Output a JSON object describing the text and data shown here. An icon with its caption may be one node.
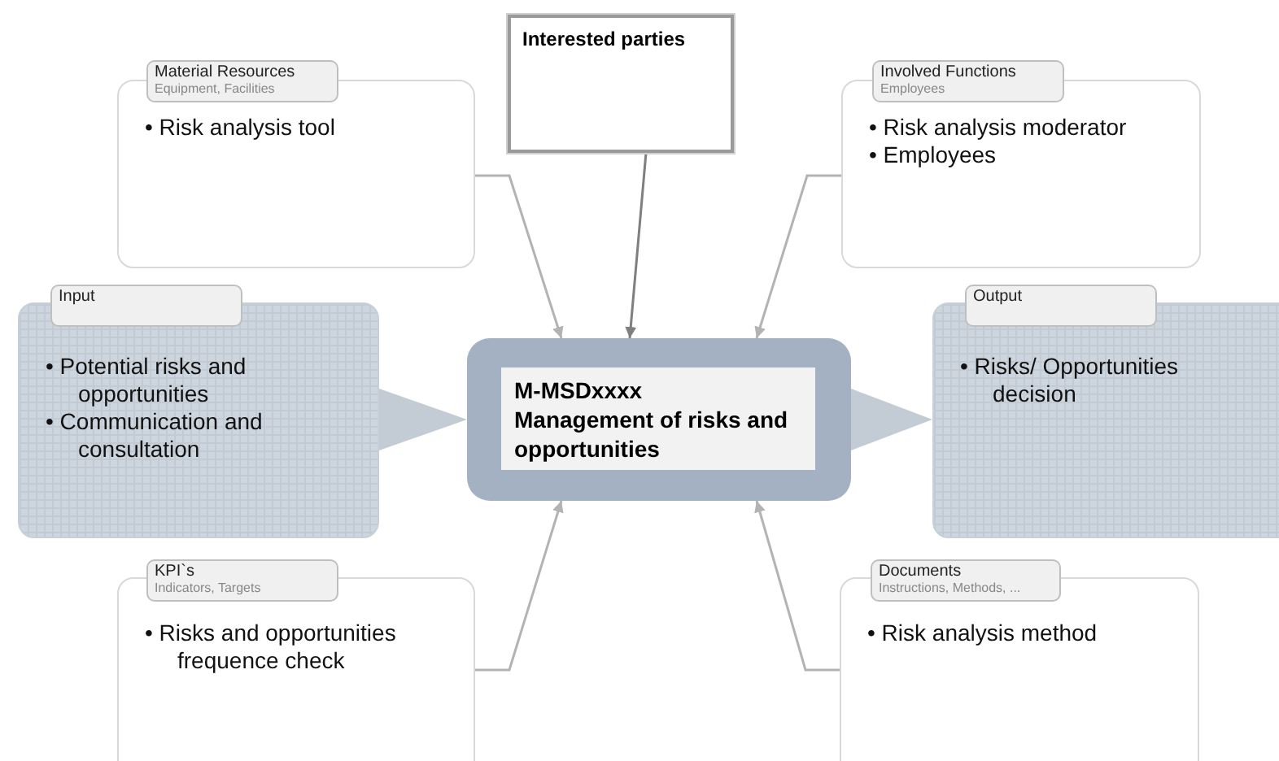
{
  "diagram": {
    "nodes": [
      {
        "text": [
          "Material Resources",
          "Equipment, Facilities",
          "• Risk analysis tool"
        ]
      },
      {
        "text": [
          "Interested parties"
        ]
      },
      {
        "text": [
          "Involved Functions",
          "Employees",
          "• Risk analysis moderator",
          "• Employees"
        ]
      },
      {
        "text": [
          "Input",
          "• Potential risks and opportunities",
          "• Communication and consultation"
        ]
      },
      {
        "text": [
          "M-MSDxxxx",
          "Management of risks and opportunities"
        ]
      },
      {
        "text": [
          "Output",
          "• Risks/ Opportunities decision"
        ]
      },
      {
        "text": [
          "KPI`s",
          "Indicators, Targets",
          "• Risks and opportunities frequence check"
        ]
      },
      {
        "text": [
          "Documents",
          "Instructions, Methods, ...",
          "• Risk analysis method"
        ]
      }
    ],
    "edges": [
      {
        "from": 0,
        "to": 4,
        "arrow": "to"
      },
      {
        "from": 1,
        "to": 4,
        "arrow": "to",
        "color": "#7f7f7f"
      },
      {
        "from": 2,
        "to": 4,
        "arrow": "to"
      },
      {
        "from": 3,
        "to": 4,
        "arrow": "to",
        "style": "thick",
        "color": "#c3cbd5"
      },
      {
        "from": 4,
        "to": 5,
        "arrow": "to",
        "style": "thick",
        "color": "#c3cbd5"
      },
      {
        "from": 6,
        "to": 4,
        "arrow": "to"
      },
      {
        "from": 7,
        "to": 4,
        "arrow": "to"
      }
    ]
  }
}
